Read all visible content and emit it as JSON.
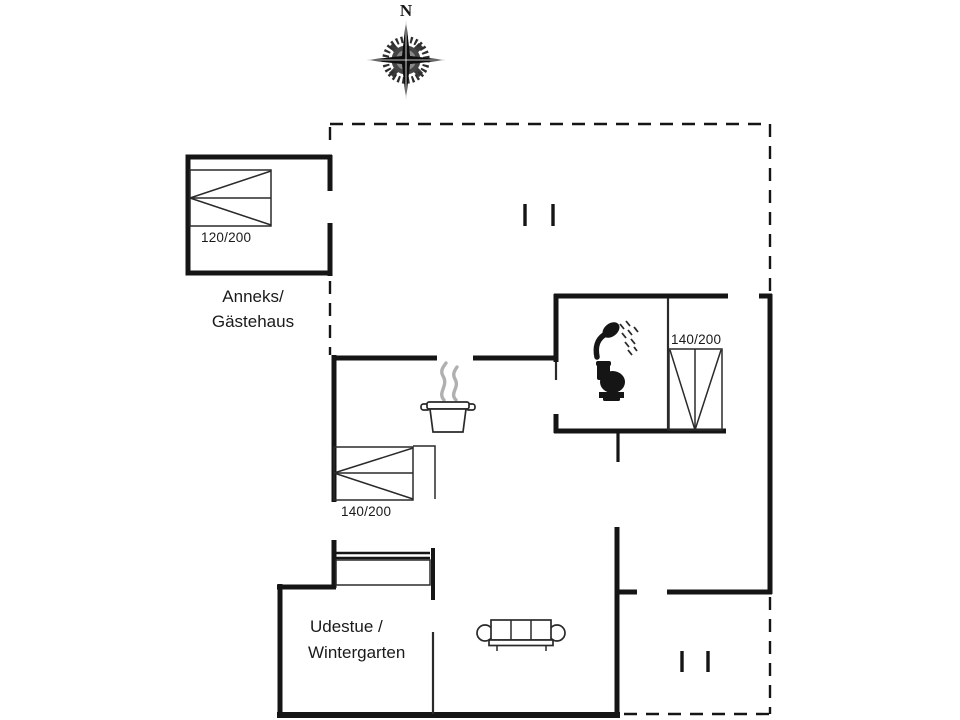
{
  "compass": {
    "north_label": "N"
  },
  "annex": {
    "name_line1": "Anneks/",
    "name_line2": "Gästehaus",
    "bed_size": "120/200"
  },
  "bedroom_left": {
    "bed_size": "140/200"
  },
  "bedroom_right": {
    "bed_size": "140/200"
  },
  "wintergarten": {
    "name_line1": "Udestue /",
    "name_line2": "Wintergarten"
  },
  "colors": {
    "background": "#ffffff",
    "wall": "#151515",
    "thin_line": "#2a2a2a",
    "steam": "#b0b0b0",
    "text": "#1a1a1a"
  }
}
